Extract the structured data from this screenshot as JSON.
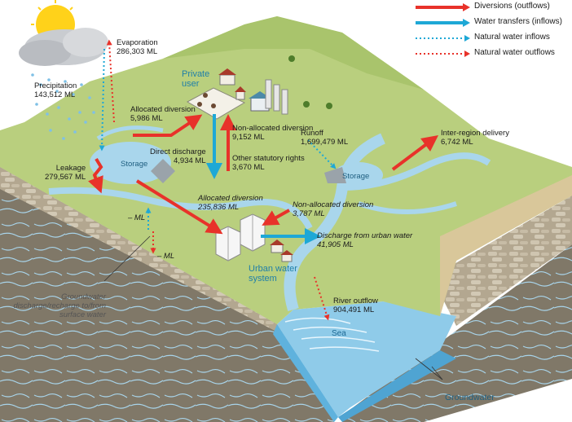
{
  "legend": [
    {
      "label": "Diversions (outflows)",
      "style": "solid-red"
    },
    {
      "label": "Water transfers (inflows)",
      "style": "solid-blue"
    },
    {
      "label": "Natural water inflows",
      "style": "dotted-blue"
    },
    {
      "label": "Natural water outflows",
      "style": "dotted-red"
    }
  ],
  "colors": {
    "diversion": "#e8322a",
    "transfer": "#1ea8d6",
    "land_top": "#b9cf7e",
    "hill": "#a9c46c",
    "water": "#a9d6ec",
    "sea": "#7fc3e6",
    "soil": "#8a8172",
    "rock": "#b8ad98"
  },
  "labels": {
    "precipitation": {
      "name": "Precipitation",
      "value": "143,512 ML"
    },
    "evaporation": {
      "name": "Evaporation",
      "value": "286,303 ML"
    },
    "private_user": {
      "name1": "Private",
      "name2": "user"
    },
    "allocated_diversion_top": {
      "name": "Allocated diversion",
      "value": "5,986 ML"
    },
    "non_allocated_diversion_top": {
      "name": "Non-allocated diversion",
      "value": "9,152 ML"
    },
    "other_statutory_rights": {
      "name": "Other statutory rights",
      "value": "3,670 ML"
    },
    "direct_discharge": {
      "name": "Direct discharge",
      "value": "4,934 ML"
    },
    "runoff": {
      "name": "Runoff",
      "value": "1,699,479 ML"
    },
    "inter_region_delivery": {
      "name": "Inter-region delivery",
      "value": "6,742 ML"
    },
    "storage_left": "Storage",
    "storage_right": "Storage",
    "leakage": {
      "name": "Leakage",
      "value": "279,567 ML"
    },
    "allocated_diversion_mid": {
      "name": "Allocated diversion",
      "value": "235,836 ML"
    },
    "non_allocated_diversion_mid": {
      "name": "Non-allocated diversion",
      "value": "3,787 ML"
    },
    "discharge_urban": {
      "name": "Discharge from urban water",
      "value": "41,905 ML"
    },
    "gw_ml_top": "– ML",
    "gw_ml_bottom": "– ML",
    "urban_system": {
      "name1": "Urban water",
      "name2": "system"
    },
    "gw_exchange": "Groundwater discharge/recharge to/from surface water",
    "river_outflow": {
      "name": "River outflow",
      "value": "904,491 ML"
    },
    "sea": "Sea",
    "groundwater": "Groundwater"
  }
}
